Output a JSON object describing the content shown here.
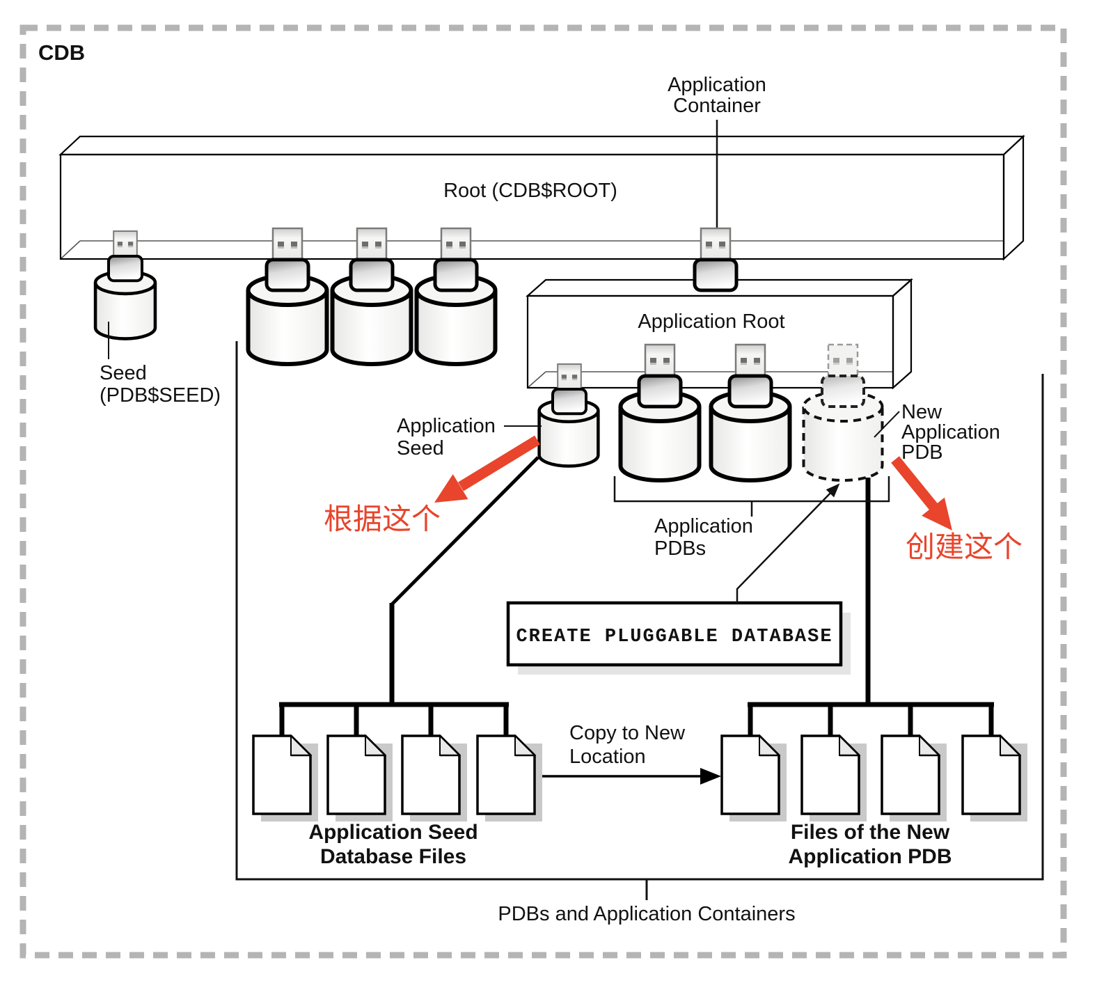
{
  "diagram": {
    "cdb_label": "CDB",
    "root_label": "Root (CDB$ROOT)",
    "application_container_label": [
      "Application",
      "Container"
    ],
    "seed_label": [
      "Seed",
      "(PDB$SEED)"
    ],
    "application_root_label": "Application Root",
    "application_seed_label": [
      "Application",
      "Seed"
    ],
    "new_application_pdb_label": [
      "New",
      "Application",
      "PDB"
    ],
    "application_pdbs_label": [
      "Application",
      "PDBs"
    ],
    "command_text": "CREATE PLUGGABLE DATABASE",
    "copy_to_new_location_label": [
      "Copy to New",
      "Location"
    ],
    "application_seed_files_label": [
      "Application Seed",
      "Database Files"
    ],
    "new_pdb_files_label": [
      "Files of the New",
      "Application PDB"
    ],
    "bottom_label": "PDBs and Application Containers",
    "annotations": {
      "based_on_this": "根据这个",
      "create_this": "创建这个",
      "accent_color": "#e8452c"
    }
  }
}
